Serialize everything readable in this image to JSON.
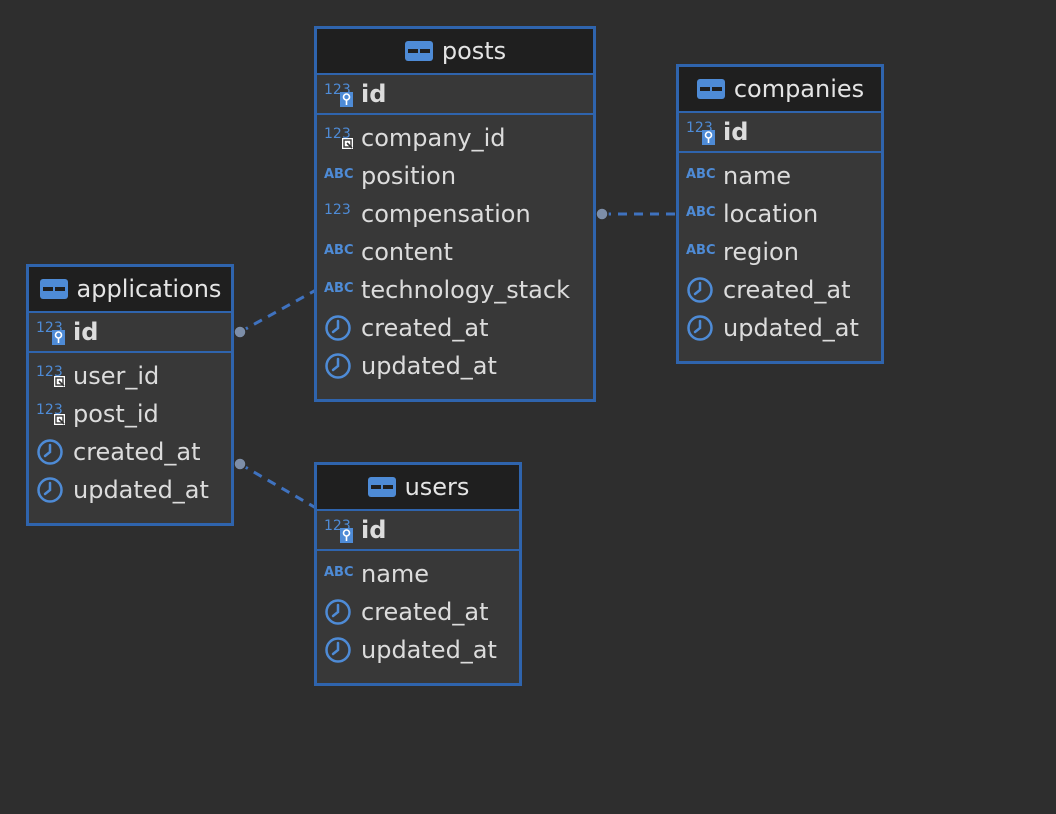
{
  "colors": {
    "background": "#2e2e2e",
    "entity_border": "#2f64ad",
    "header_bg": "#1f1f1f",
    "body_bg": "#383838",
    "icon_blue": "#4e8bd6",
    "text": "#dcdcdc",
    "link": "#3f72bf"
  },
  "entities": {
    "posts": {
      "name": "posts",
      "columns": [
        {
          "name": "id",
          "type": "123",
          "key": "pk"
        },
        {
          "name": "company_id",
          "type": "123",
          "key": "fk"
        },
        {
          "name": "position",
          "type": "ABC"
        },
        {
          "name": "compensation",
          "type": "123"
        },
        {
          "name": "content",
          "type": "ABC"
        },
        {
          "name": "technology_stack",
          "type": "ABC"
        },
        {
          "name": "created_at",
          "type": "clock"
        },
        {
          "name": "updated_at",
          "type": "clock"
        }
      ]
    },
    "companies": {
      "name": "companies",
      "columns": [
        {
          "name": "id",
          "type": "123",
          "key": "pk"
        },
        {
          "name": "name",
          "type": "ABC"
        },
        {
          "name": "location",
          "type": "ABC"
        },
        {
          "name": "region",
          "type": "ABC"
        },
        {
          "name": "created_at",
          "type": "clock"
        },
        {
          "name": "updated_at",
          "type": "clock"
        }
      ]
    },
    "applications": {
      "name": "applications",
      "columns": [
        {
          "name": "id",
          "type": "123",
          "key": "pk"
        },
        {
          "name": "user_id",
          "type": "123",
          "key": "fk"
        },
        {
          "name": "post_id",
          "type": "123",
          "key": "fk"
        },
        {
          "name": "created_at",
          "type": "clock"
        },
        {
          "name": "updated_at",
          "type": "clock"
        }
      ]
    },
    "users": {
      "name": "users",
      "columns": [
        {
          "name": "id",
          "type": "123",
          "key": "pk"
        },
        {
          "name": "name",
          "type": "ABC"
        },
        {
          "name": "created_at",
          "type": "clock"
        },
        {
          "name": "updated_at",
          "type": "clock"
        }
      ]
    }
  },
  "relations": [
    {
      "from": "posts.company_id",
      "to": "companies.id"
    },
    {
      "from": "applications.post_id",
      "to": "posts.id"
    },
    {
      "from": "applications.user_id",
      "to": "users.id"
    }
  ]
}
